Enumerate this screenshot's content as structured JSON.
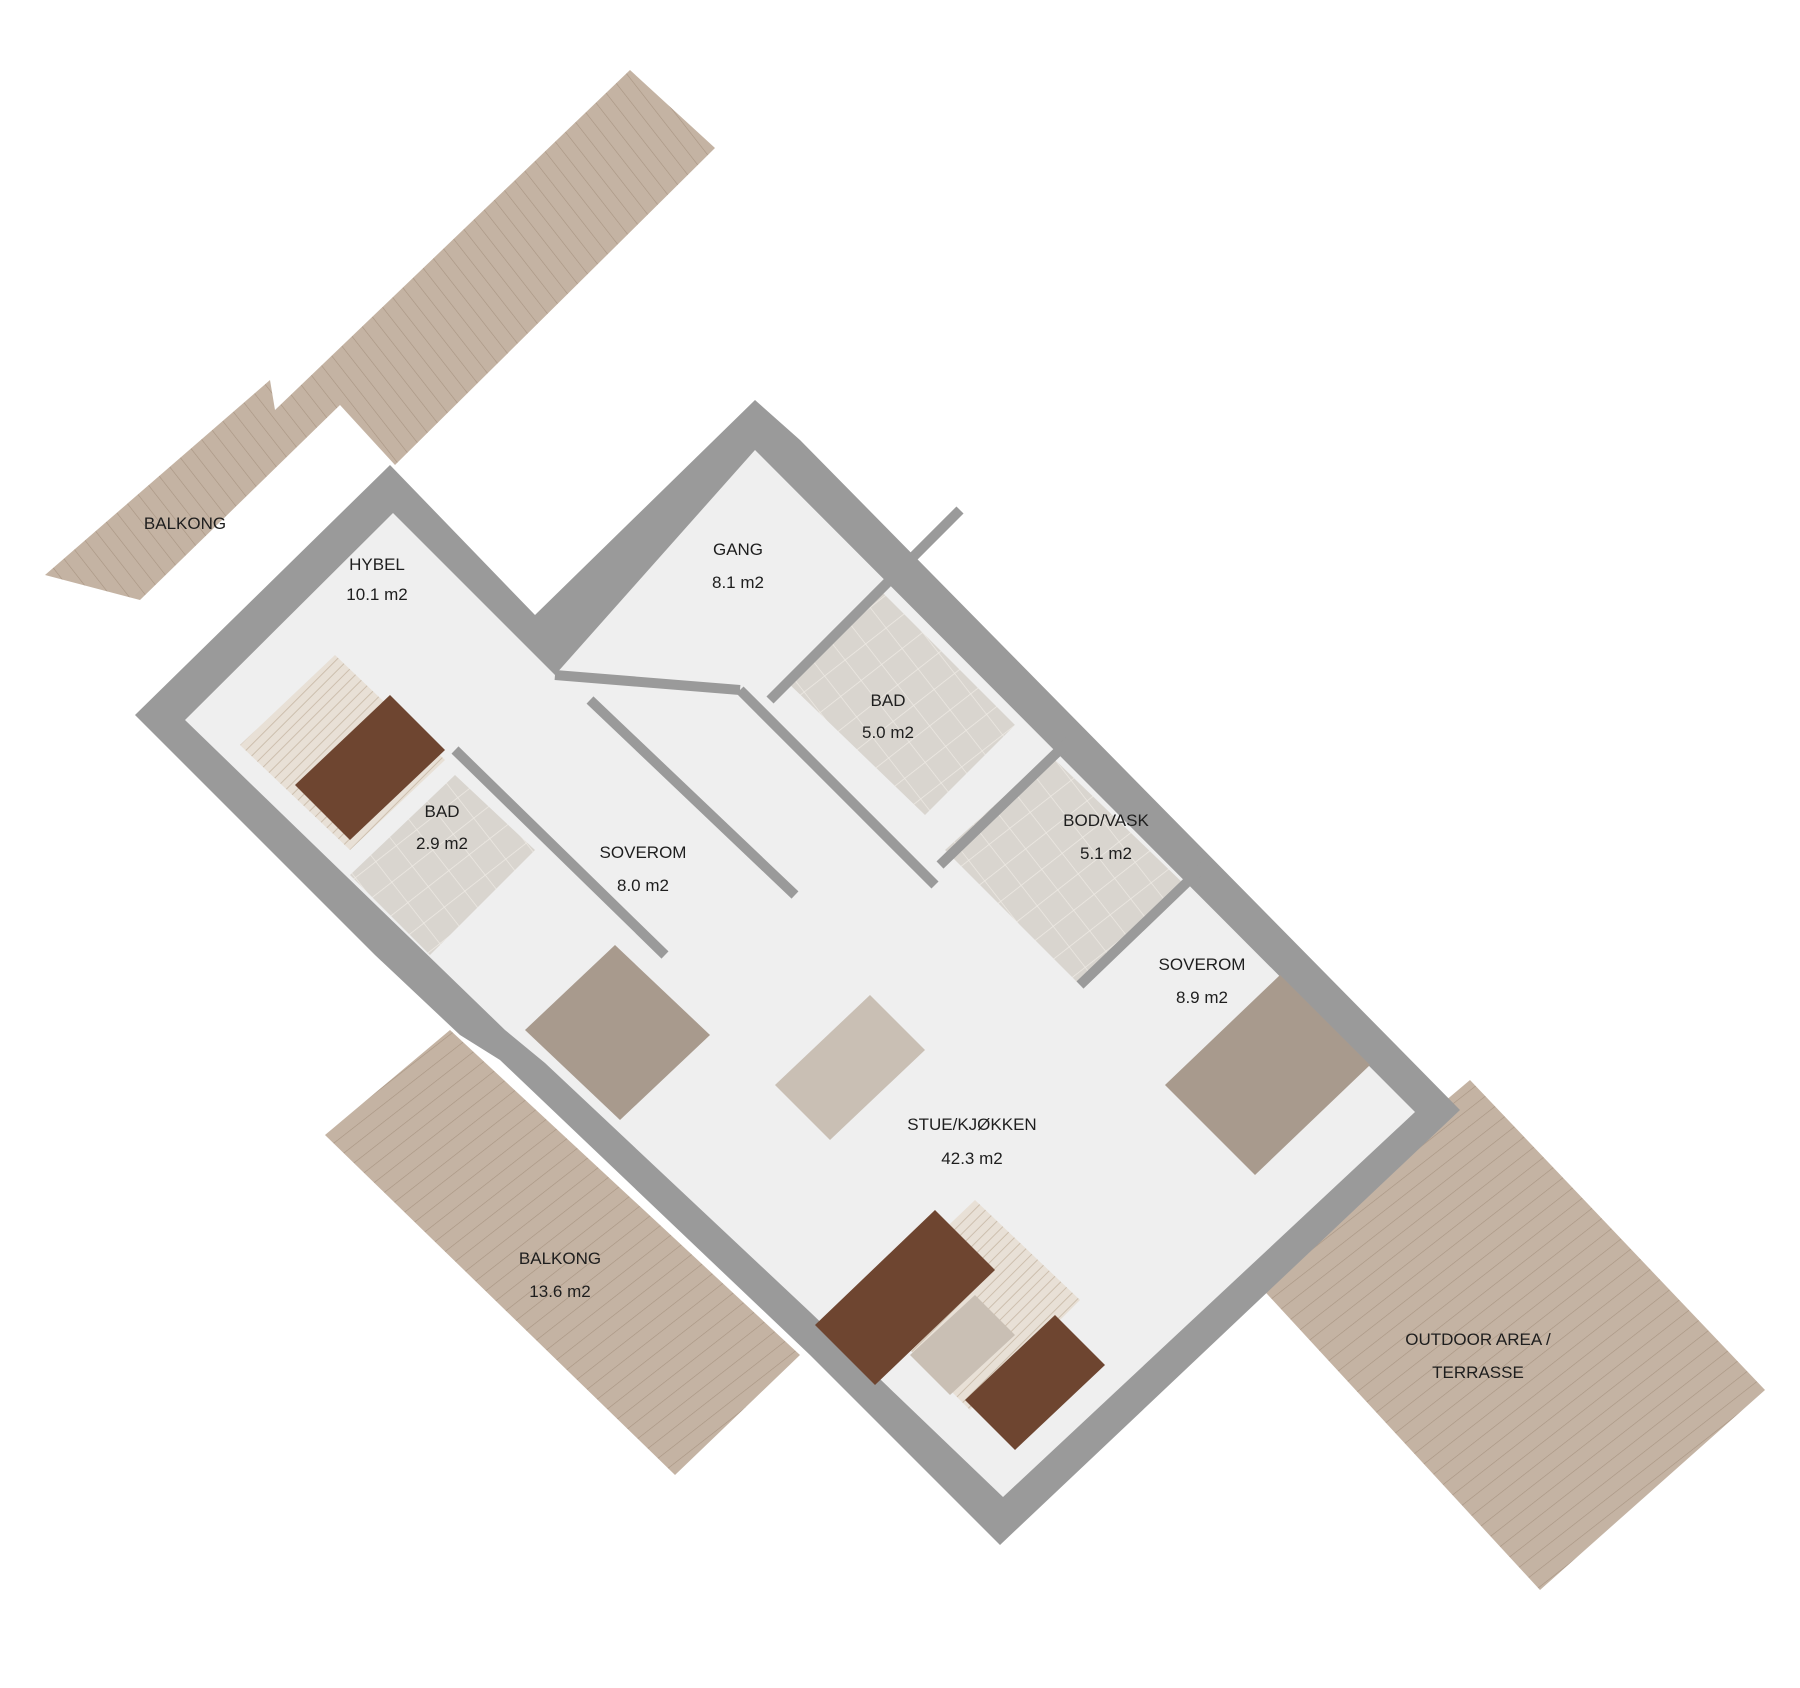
{
  "plan": {
    "background": "#ffffff",
    "colors": {
      "wall": "#9a9a9a",
      "floor": "#efefef",
      "wet_room": "#d9d5cf",
      "decking": "#c4b3a3",
      "decking_lines": "#a89482",
      "sofa": "#6e4530",
      "bed": "#a89a8d",
      "table": "#c9bfb4",
      "rug": "#e2d8cc"
    },
    "rooms": [
      {
        "id": "balkong-nw",
        "name": "BALKONG",
        "area": ""
      },
      {
        "id": "hybel",
        "name": "HYBEL",
        "area": "10.1 m2"
      },
      {
        "id": "gang",
        "name": "GANG",
        "area": "8.1 m2"
      },
      {
        "id": "bad-main",
        "name": "BAD",
        "area": "5.0 m2"
      },
      {
        "id": "bad-hybel",
        "name": "BAD",
        "area": "2.9 m2"
      },
      {
        "id": "soverom-1",
        "name": "SOVEROM",
        "area": "8.0 m2"
      },
      {
        "id": "bod-vask",
        "name": "BOD/VASK",
        "area": "5.1 m2"
      },
      {
        "id": "soverom-2",
        "name": "SOVEROM",
        "area": "8.9 m2"
      },
      {
        "id": "stue-kjokken",
        "name": "STUE/KJØKKEN",
        "area": "42.3 m2"
      },
      {
        "id": "balkong-sw",
        "name": "BALKONG",
        "area": "13.6 m2"
      },
      {
        "id": "outdoor",
        "name": "OUTDOOR AREA /",
        "area": "TERRASSE"
      }
    ]
  }
}
